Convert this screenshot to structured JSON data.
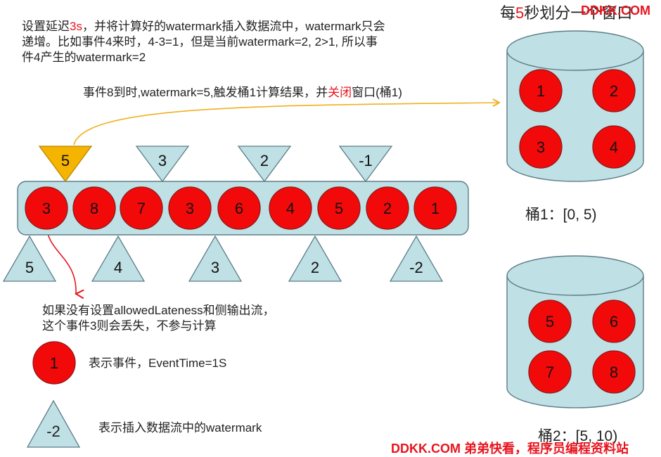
{
  "note_top": {
    "line1_a": "设置延迟",
    "line1_b": "3s",
    "line1_c": "，并将计算好的watermark插入数据流中，watermark只会",
    "line2": "递增。比如事件4来时，4-3=1，但是当前watermark=2, 2>1, 所以事",
    "line3": "件4产生的watermark=2"
  },
  "note_event8": {
    "a": "事件8到时,watermark=5,触发桶1计算结果，并",
    "b": "关闭",
    "c": "窗口(桶1)"
  },
  "window_title": {
    "a": "每",
    "b": "5",
    "c": "秒划分一个窗口"
  },
  "stream_events": [
    "3",
    "8",
    "7",
    "3",
    "6",
    "4",
    "5",
    "2",
    "1"
  ],
  "watermarks_top": [
    "5",
    "3",
    "2",
    "-1"
  ],
  "watermarks_bottom": [
    "5",
    "4",
    "3",
    "2",
    "-2"
  ],
  "bucket1": {
    "events": [
      "1",
      "2",
      "3",
      "4"
    ],
    "label": "桶1：[0, 5)"
  },
  "bucket2": {
    "events": [
      "5",
      "6",
      "7",
      "8"
    ],
    "label": "桶2：[5, 10)"
  },
  "late_note": {
    "line1": "如果没有设置allowedLateness和侧输出流，",
    "line2": "这个事件3则会丢失，不参与计算"
  },
  "legend": {
    "event_symbol": "1",
    "event_text": "表示事件，EventTime=1S",
    "watermark_symbol": "-2",
    "watermark_text": "表示插入数据流中的watermark"
  },
  "branding": {
    "top": "DDKK.COM",
    "bottom": "DDKK.COM 弟弟快看，程序员编程资料站"
  },
  "colors": {
    "event_fill": "#f20a0a",
    "event_stroke": "#8c1a1a",
    "cyan_fill": "#bfe0e4",
    "cyan_stroke": "#5d7d87",
    "highlight_triangle": "#f5b400",
    "arrow_orange": "#f0b020",
    "arrow_red": "#e8141e"
  }
}
